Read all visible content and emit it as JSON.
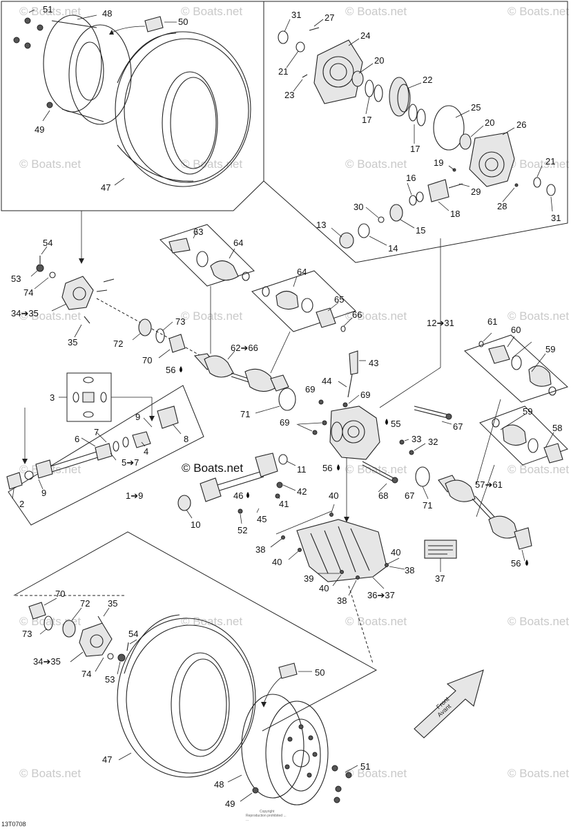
{
  "watermark": "© Boats.net",
  "watermark_main": "© Boats.net",
  "image_code": "13T0708",
  "copyright_lines": [
    "Copyright",
    "Reproduction prohibited ...",
    "..."
  ],
  "front_sign": {
    "line1": "Front",
    "line2": "Avant"
  },
  "labels": {
    "l51a": "51",
    "l48a": "48",
    "l50a": "50",
    "l49a": "49",
    "l47a": "47",
    "l31a": "31",
    "l27": "27",
    "l24": "24",
    "l21a": "21",
    "l20a": "20",
    "l23": "23",
    "l22": "22",
    "l17a": "17",
    "l25": "25",
    "l20b": "20",
    "l26": "26",
    "l17b": "17",
    "l19": "19",
    "l21b": "21",
    "l16": "16",
    "l29": "29",
    "l28": "28",
    "l31b": "31",
    "l18": "18",
    "l30": "30",
    "l15": "15",
    "l13": "13",
    "l14": "14",
    "l54a": "54",
    "l53a": "53",
    "l74a": "74",
    "l34_35a": "34➔35",
    "l35a": "35",
    "l63": "63",
    "l64a": "64",
    "l64b": "64",
    "l65": "65",
    "l66": "66",
    "l73a": "73",
    "l72a": "72",
    "l70a": "70",
    "l56a": "56",
    "l62_66": "62➔66",
    "l12_31": "12➔31",
    "l61": "61",
    "l60": "60",
    "l59a": "59",
    "l43": "43",
    "l44": "44",
    "l69a": "69",
    "l69b": "69",
    "l69c": "69",
    "l71a": "71",
    "l55": "55",
    "l67a": "67",
    "l33": "33",
    "l32": "32",
    "l59b": "59",
    "l58": "58",
    "l3": "3",
    "l9a": "9",
    "l7": "7",
    "l6": "6",
    "l5_7": "5➔7",
    "l4": "4",
    "l8": "8",
    "l9b": "9",
    "l2": "2",
    "l1_9": "1➔9",
    "l11": "11",
    "l56b": "56",
    "l42": "42",
    "l41": "41",
    "l46": "46",
    "l45": "45",
    "l10": "10",
    "l52": "52",
    "l68": "68",
    "l67b": "67",
    "l71b": "71",
    "l57_61": "57➔61",
    "l56c": "56",
    "l40a": "40",
    "l38a": "38",
    "l40b": "40",
    "l39": "39",
    "l40c": "40",
    "l40d": "40",
    "l38b": "38",
    "l38c": "38",
    "l36_37": "36➔37",
    "l37": "37",
    "l70b": "70",
    "l72b": "72",
    "l35b": "35",
    "l73b": "73",
    "l54b": "54",
    "l34_35b": "34➔35",
    "l74b": "74",
    "l53b": "53",
    "l50b": "50",
    "l47b": "47",
    "l48b": "48",
    "l51b": "51",
    "l49b": "49"
  }
}
